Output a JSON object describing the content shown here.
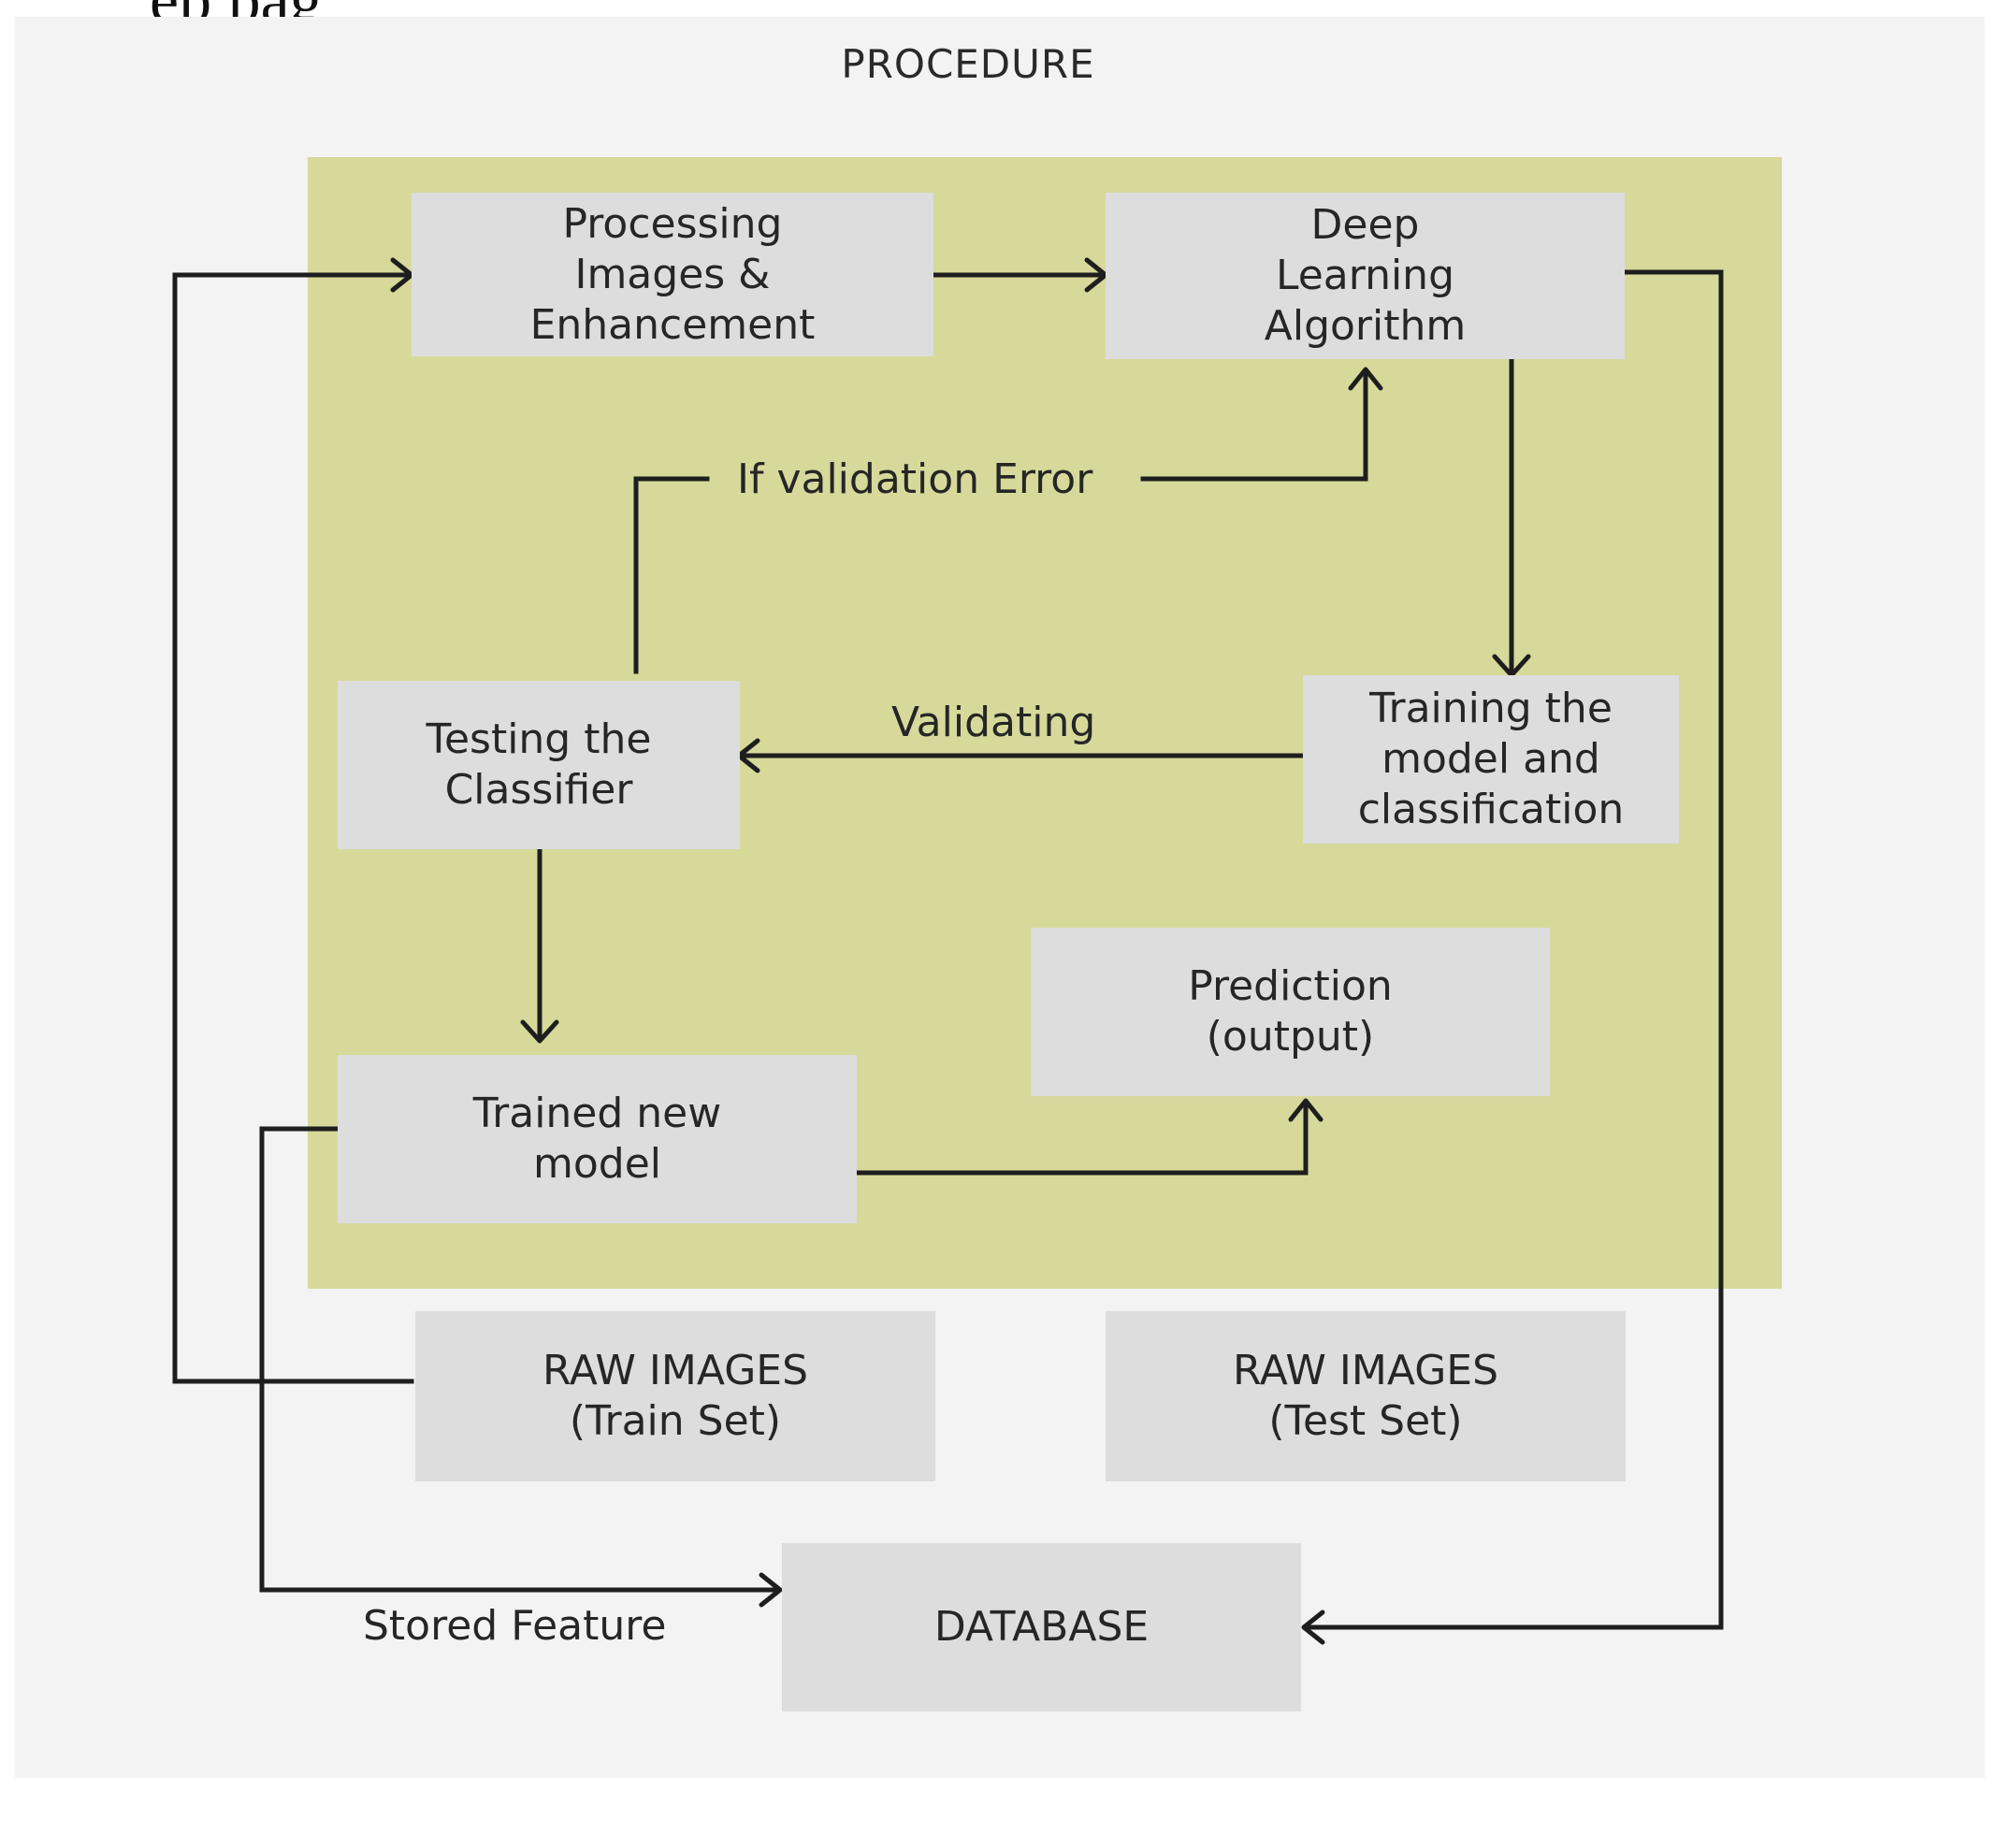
{
  "header_fragment": "ep pag",
  "title": "PROCEDURE",
  "nodes": {
    "processing": "Processing\nImages &\nEnhancement",
    "deep_learning": "Deep\nLearning\nAlgorithm",
    "testing": "Testing the\nClassifier",
    "training": "Training the\nmodel and\nclassification",
    "trained_model": "Trained new\nmodel",
    "prediction": "Prediction\n(output)",
    "raw_train": "RAW IMAGES\n(Train Set)",
    "raw_test": "RAW IMAGES\n(Test Set)",
    "database": "DATABASE"
  },
  "edge_labels": {
    "validation_error": "If validation Error",
    "validating": "Validating",
    "stored_feature": "Stored Feature"
  }
}
